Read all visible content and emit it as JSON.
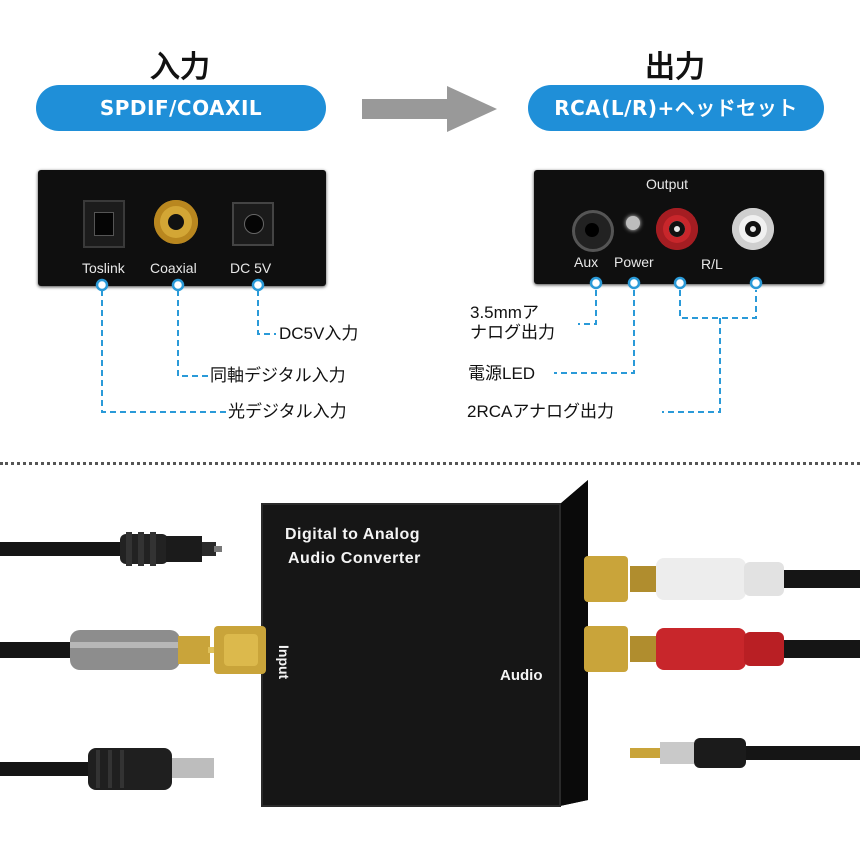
{
  "input_section": {
    "heading": "入力",
    "badge": "SPDIF/COAXIL",
    "panel_labels": [
      "Toslink",
      "Coaxial",
      "DC 5V"
    ],
    "callouts": [
      "DC5V入力",
      "同軸デジタル入力",
      "光デジタル入力"
    ]
  },
  "output_section": {
    "heading": "出力",
    "badge": "RCA(L/R)+ヘッドセット",
    "panel_title": "Output",
    "panel_labels": [
      "Aux",
      "Power",
      "R/L"
    ],
    "callouts": {
      "aux_line1": "3.5mmア",
      "aux_line2": "ナログ出力",
      "power": "電源LED",
      "rca": "2RCAアナログ出力"
    }
  },
  "device": {
    "title_line1": "Digital to Analog",
    "title_line2": "Audio Converter",
    "input_label": "Input",
    "audio_label": "Audio"
  },
  "colors": {
    "accent": "#1f8fd8",
    "callout_line": "#2a9ad8",
    "panel": "#0f0f0f",
    "gold": "#c9a43a",
    "rca_red": "#c8262b",
    "rca_white": "#f0f0f0"
  }
}
